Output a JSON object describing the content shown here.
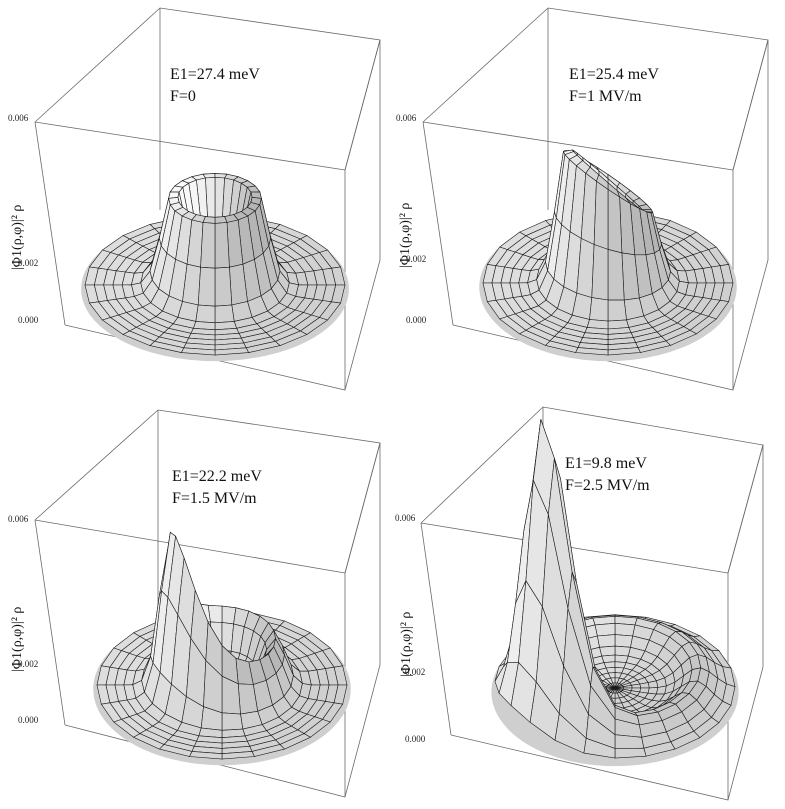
{
  "chart_data": [
    {
      "type": "surface3d",
      "energy_label": "E1=27.4 meV",
      "field_label": "F=0",
      "ylabel": "|Φ1(ρ,φ)|² ρ",
      "zticks": [
        "0.006",
        "0.002",
        "0.000"
      ],
      "zlim": [
        0,
        0.006
      ],
      "field_MV_per_m": 0,
      "energy_meV": 27.4,
      "peak_height": 0.0024
    },
    {
      "type": "surface3d",
      "energy_label": "E1=25.4 meV",
      "field_label": "F=1 MV/m",
      "ylabel": "|Φ1(ρ,φ)|² ρ",
      "zticks": [
        "0.006",
        "0.002",
        "0.000"
      ],
      "zlim": [
        0,
        0.006
      ],
      "field_MV_per_m": 1,
      "energy_meV": 25.4,
      "peak_height": 0.0028
    },
    {
      "type": "surface3d",
      "energy_label": "E1=22.2 meV",
      "field_label": "F=1.5 MV/m",
      "ylabel": "|Φ1(ρ,φ)|² ρ",
      "zticks": [
        "0.006",
        "0.002",
        "0.000"
      ],
      "zlim": [
        0,
        0.006
      ],
      "field_MV_per_m": 1.5,
      "energy_meV": 22.2,
      "peak_height": 0.0034
    },
    {
      "type": "surface3d",
      "energy_label": "E1=9.8 meV",
      "field_label": "F=2.5 MV/m",
      "ylabel": "|Φ1(ρ,φ)|² ρ",
      "zticks": [
        "0.006",
        "0.002",
        "0.000"
      ],
      "zlim": [
        0,
        0.006
      ],
      "field_MV_per_m": 2.5,
      "energy_meV": 9.8,
      "peak_height": 0.0065
    }
  ]
}
